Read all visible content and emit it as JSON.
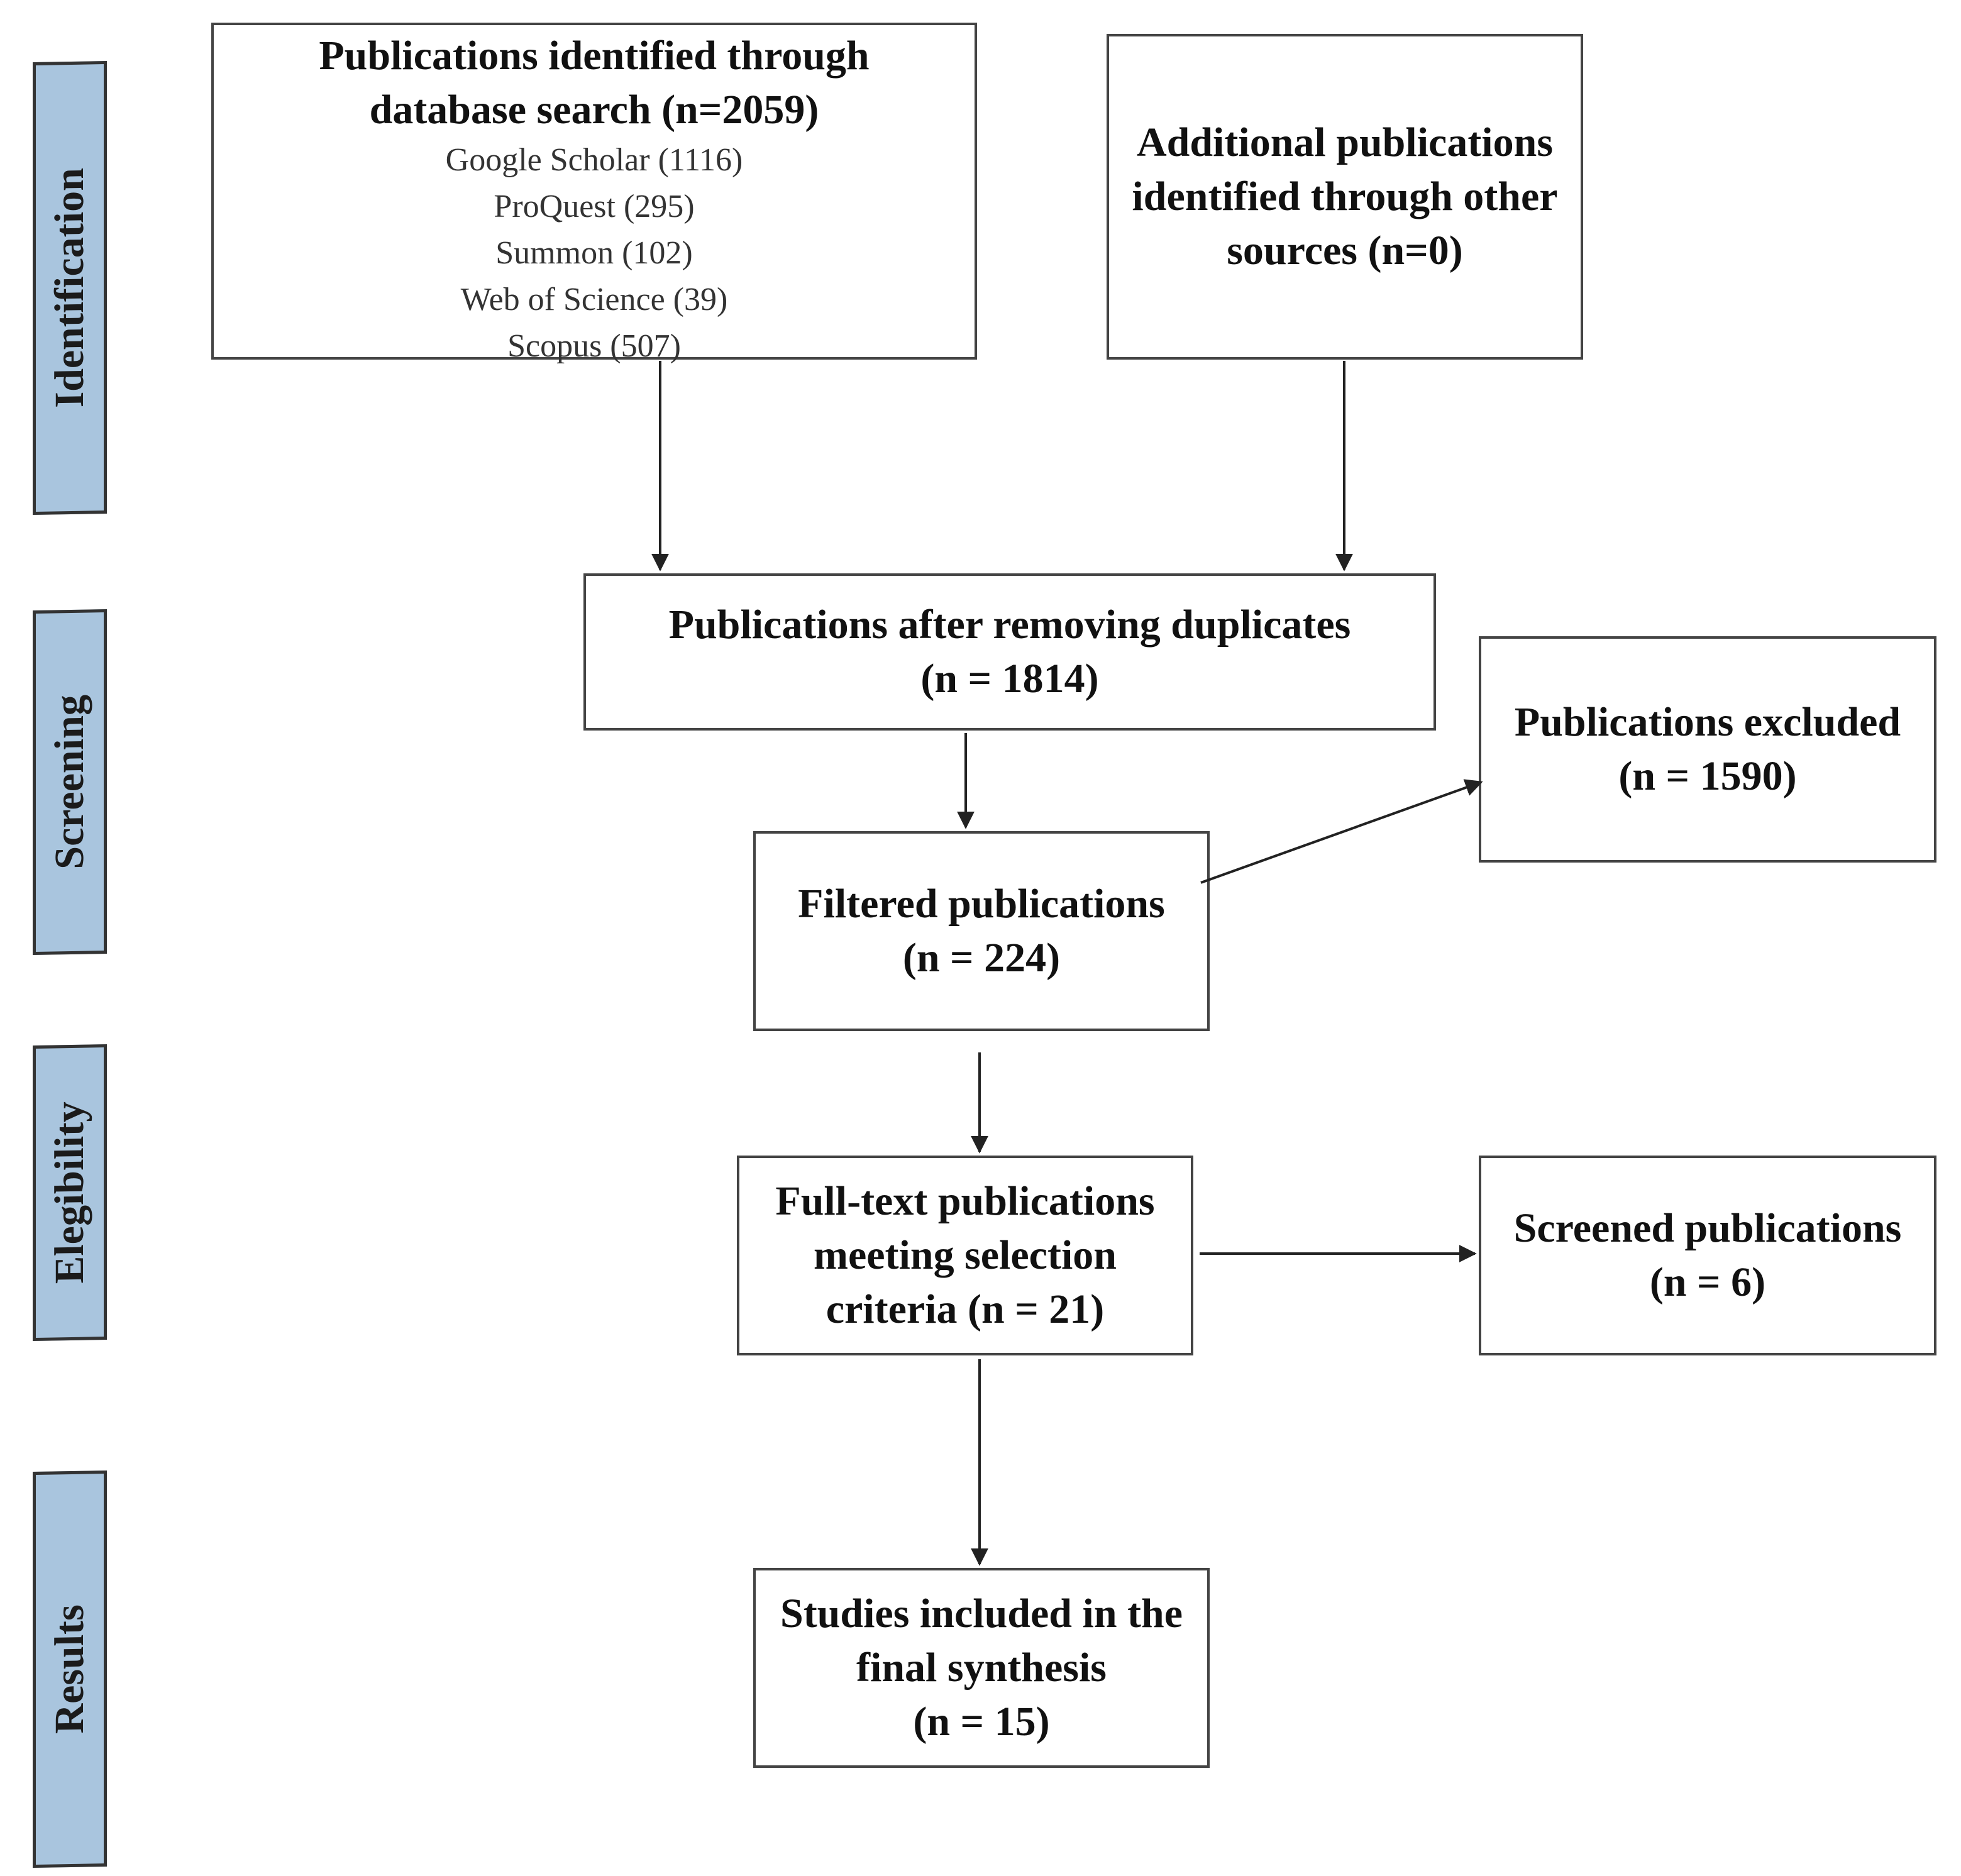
{
  "phases": [
    "Identification",
    "Screening",
    "Elegibility",
    "Results"
  ],
  "boxes": {
    "database": {
      "title": "Publications identified through\ndatabase search (n=2059)",
      "sources": [
        "Google Scholar (1116)",
        "ProQuest (295)",
        "Summon (102)",
        "Web of Science (39)",
        "Scopus (507)"
      ]
    },
    "additional": "Additional publications\nidentified through other\nsources (n=0)",
    "duplicates": "Publications after removing duplicates\n(n = 1814)",
    "excluded": "Publications excluded\n(n = 1590)",
    "filtered": "Filtered publications\n(n = 224)",
    "fulltext": "Full-text publications\nmeeting selection\ncriteria (n = 21)",
    "screened": "Screened publications\n(n = 6)",
    "final": "Studies included in the\nfinal synthesis\n(n = 15)"
  }
}
